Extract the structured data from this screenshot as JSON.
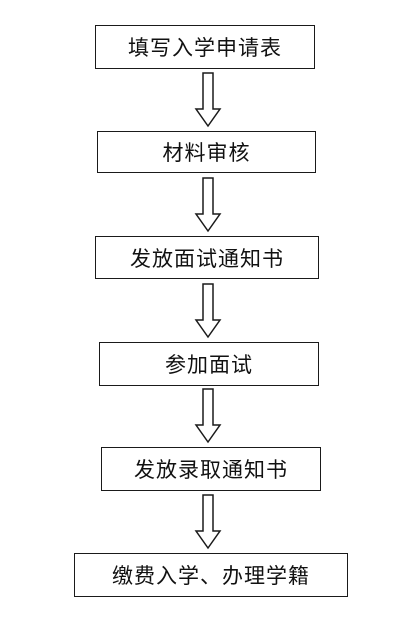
{
  "flowchart": {
    "steps": [
      {
        "label": "填写入学申请表"
      },
      {
        "label": "材料审核"
      },
      {
        "label": "发放面试通知书"
      },
      {
        "label": "参加面试"
      },
      {
        "label": "发放录取通知书"
      },
      {
        "label": "缴费入学、办理学籍"
      }
    ],
    "arrow_style": "hollow-down-arrow",
    "colors": {
      "stroke": "#1a1a1a",
      "background": "#ffffff",
      "text": "#111111"
    }
  }
}
